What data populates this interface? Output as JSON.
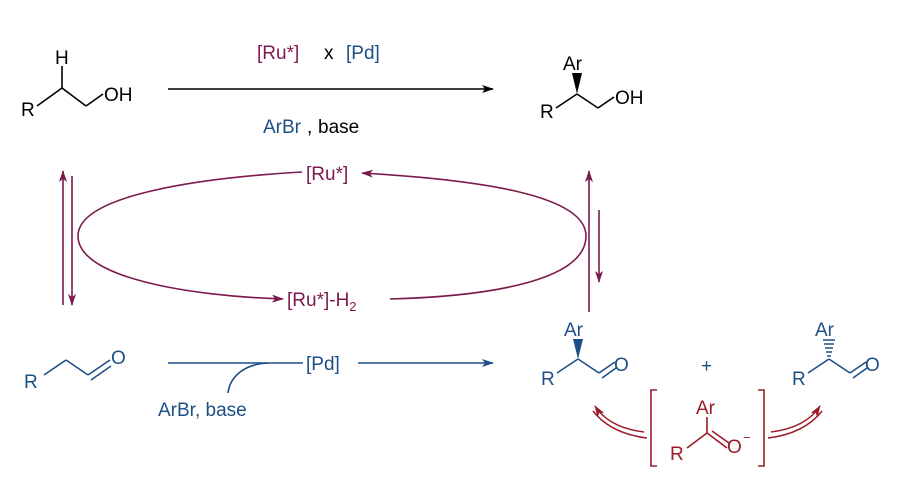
{
  "colors": {
    "black": "#000000",
    "ruthenium": "#7b1a4e",
    "palladium": "#1d4f86",
    "enolate": "#9b1b2b"
  },
  "top_reaction": {
    "reactant": {
      "h_label": "H",
      "r_label": "R",
      "oh_label": "OH"
    },
    "catalyst": {
      "ru": "[Ru*]",
      "x": "x",
      "pd": "[Pd]"
    },
    "conditions": {
      "arbr": "ArBr",
      "sep": ",",
      "base": "base"
    },
    "product": {
      "ar_label": "Ar",
      "r_label": "R",
      "oh_label": "OH"
    }
  },
  "cycle": {
    "top_label": "[Ru*]",
    "bottom_label_main": "[Ru*]-H",
    "bottom_label_sub": "2"
  },
  "bottom_reaction": {
    "aldehyde": {
      "r_label": "R",
      "o_label": "O"
    },
    "catalyst": "[Pd]",
    "reagents": "ArBr, base",
    "product_r": {
      "ar_label": "Ar",
      "r_label": "R",
      "o_label": "O"
    },
    "plus": "+",
    "product_s": {
      "ar_label": "Ar",
      "r_label": "R",
      "o_label": "O"
    },
    "enolate": {
      "ar_label": "Ar",
      "r_label": "R",
      "o_label": "O",
      "charge": "−"
    }
  }
}
